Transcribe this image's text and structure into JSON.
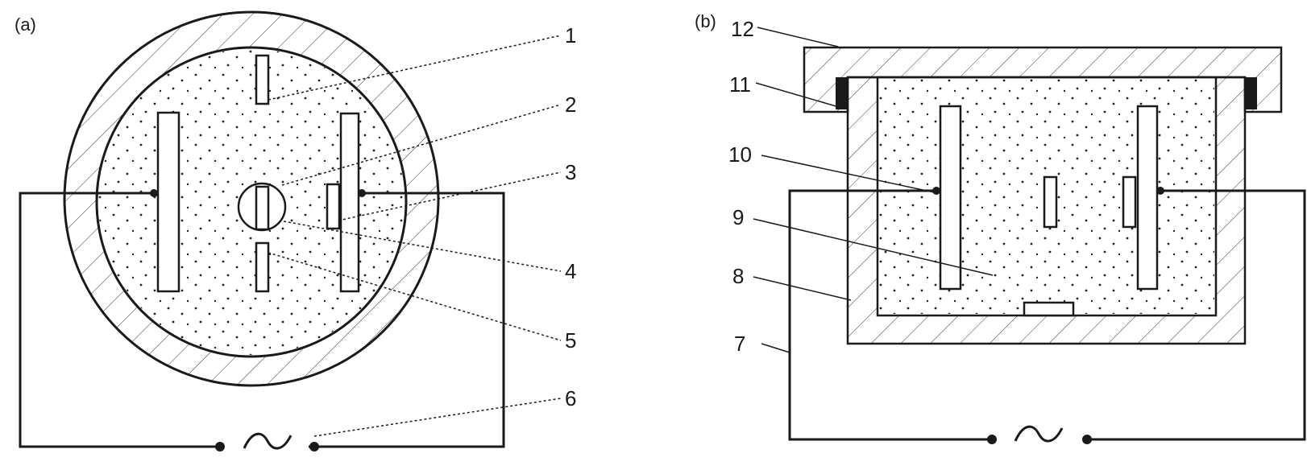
{
  "panels": {
    "a": {
      "label": "(a)"
    },
    "b": {
      "label": "(b)"
    }
  },
  "callouts": {
    "c1": "1",
    "c2": "2",
    "c3": "3",
    "c4": "4",
    "c5": "5",
    "c6": "6",
    "c7": "7",
    "c8": "8",
    "c9": "9",
    "c10": "10",
    "c11": "11",
    "c12": "12"
  },
  "colors": {
    "line": "#1a1a1a",
    "background": "#ffffff"
  }
}
